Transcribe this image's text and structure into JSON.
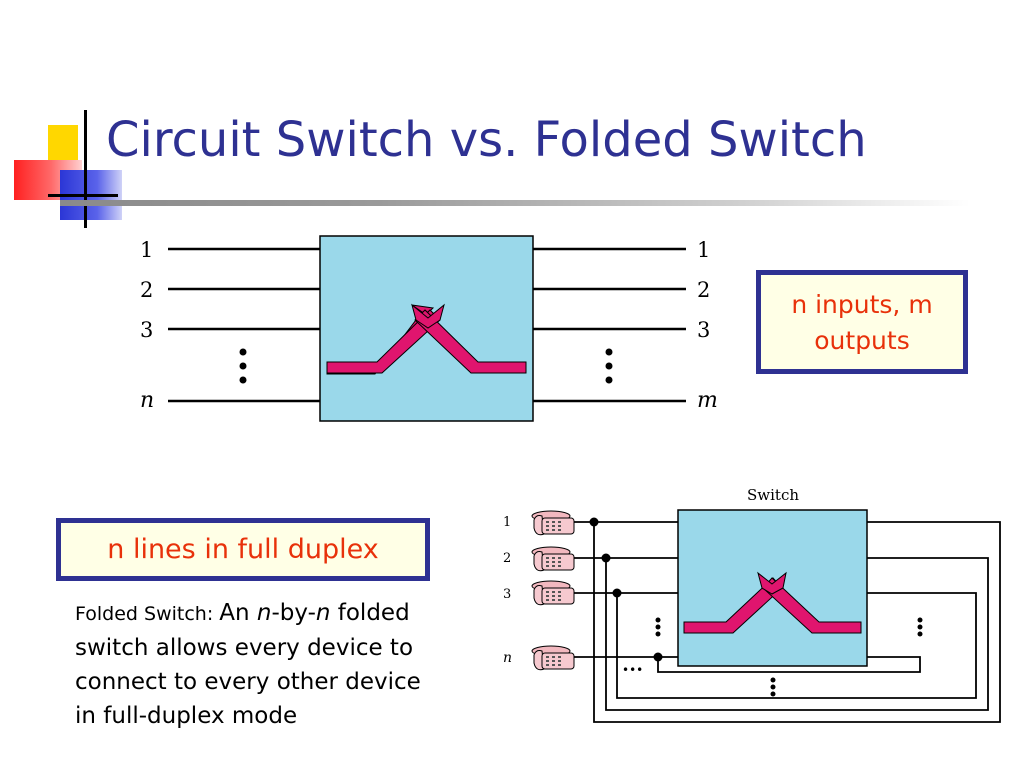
{
  "slide": {
    "title": "Circuit Switch vs. Folded Switch"
  },
  "top_diagram": {
    "input_labels": [
      "1",
      "2",
      "3",
      "n"
    ],
    "output_labels": [
      "1",
      "2",
      "3",
      "m"
    ]
  },
  "callouts": {
    "inputs_outputs": [
      "n inputs, m",
      "outputs"
    ],
    "full_duplex": "n lines in full duplex"
  },
  "description": {
    "lead": "Folded Switch: ",
    "part1": "An ",
    "n1": "n",
    "part2": "-by-",
    "n2": "n",
    "part3": " folded switch allows every device to connect to every other device in full-duplex mode"
  },
  "bottom_diagram": {
    "switch_label": "Switch",
    "phone_labels": [
      "1",
      "2",
      "3",
      "n"
    ],
    "dots_label": "•••"
  },
  "colors": {
    "title": "#2e3192",
    "switch_fill": "#9ad8ea",
    "connector": "#e0156e",
    "callout_text": "#e8310a",
    "callout_border": "#2e3192"
  }
}
